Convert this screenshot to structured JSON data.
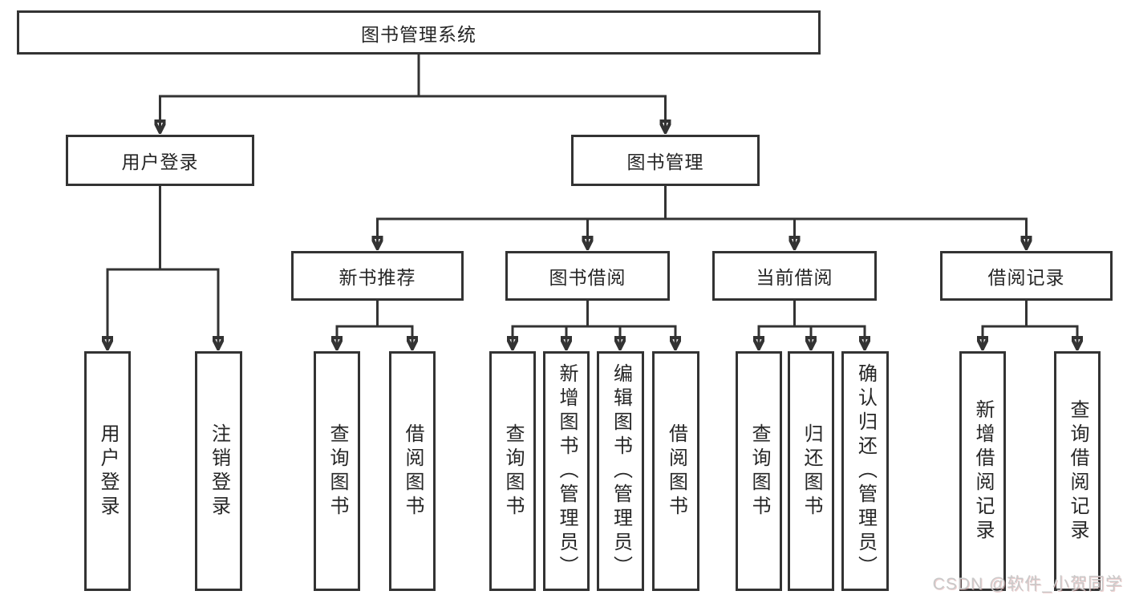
{
  "tree": {
    "root": {
      "label": "图书管理系统",
      "children": [
        {
          "label": "用户登录",
          "children": [
            {
              "label": "用户登录"
            },
            {
              "label": "注销登录"
            }
          ]
        },
        {
          "label": "图书管理",
          "children": [
            {
              "label": "新书推荐",
              "children": [
                {
                  "label": "查询图书"
                },
                {
                  "label": "借阅图书"
                }
              ]
            },
            {
              "label": "图书借阅",
              "children": [
                {
                  "label": "查询图书"
                },
                {
                  "label": "新增图书（管理员）"
                },
                {
                  "label": "编辑图书（管理员）"
                },
                {
                  "label": "借阅图书"
                }
              ]
            },
            {
              "label": "当前借阅",
              "children": [
                {
                  "label": "查询图书"
                },
                {
                  "label": "归还图书"
                },
                {
                  "label": "确认归还（管理员）"
                }
              ]
            },
            {
              "label": "借阅记录",
              "children": [
                {
                  "label": "新增借阅记录"
                },
                {
                  "label": "查询借阅记录"
                }
              ]
            }
          ]
        }
      ]
    }
  },
  "watermark": "CSDN @软件_小贺同学",
  "colors": {
    "line": "#333333",
    "text": "#262626",
    "watermark": "#c9c9c9",
    "background": "#ffffff"
  }
}
